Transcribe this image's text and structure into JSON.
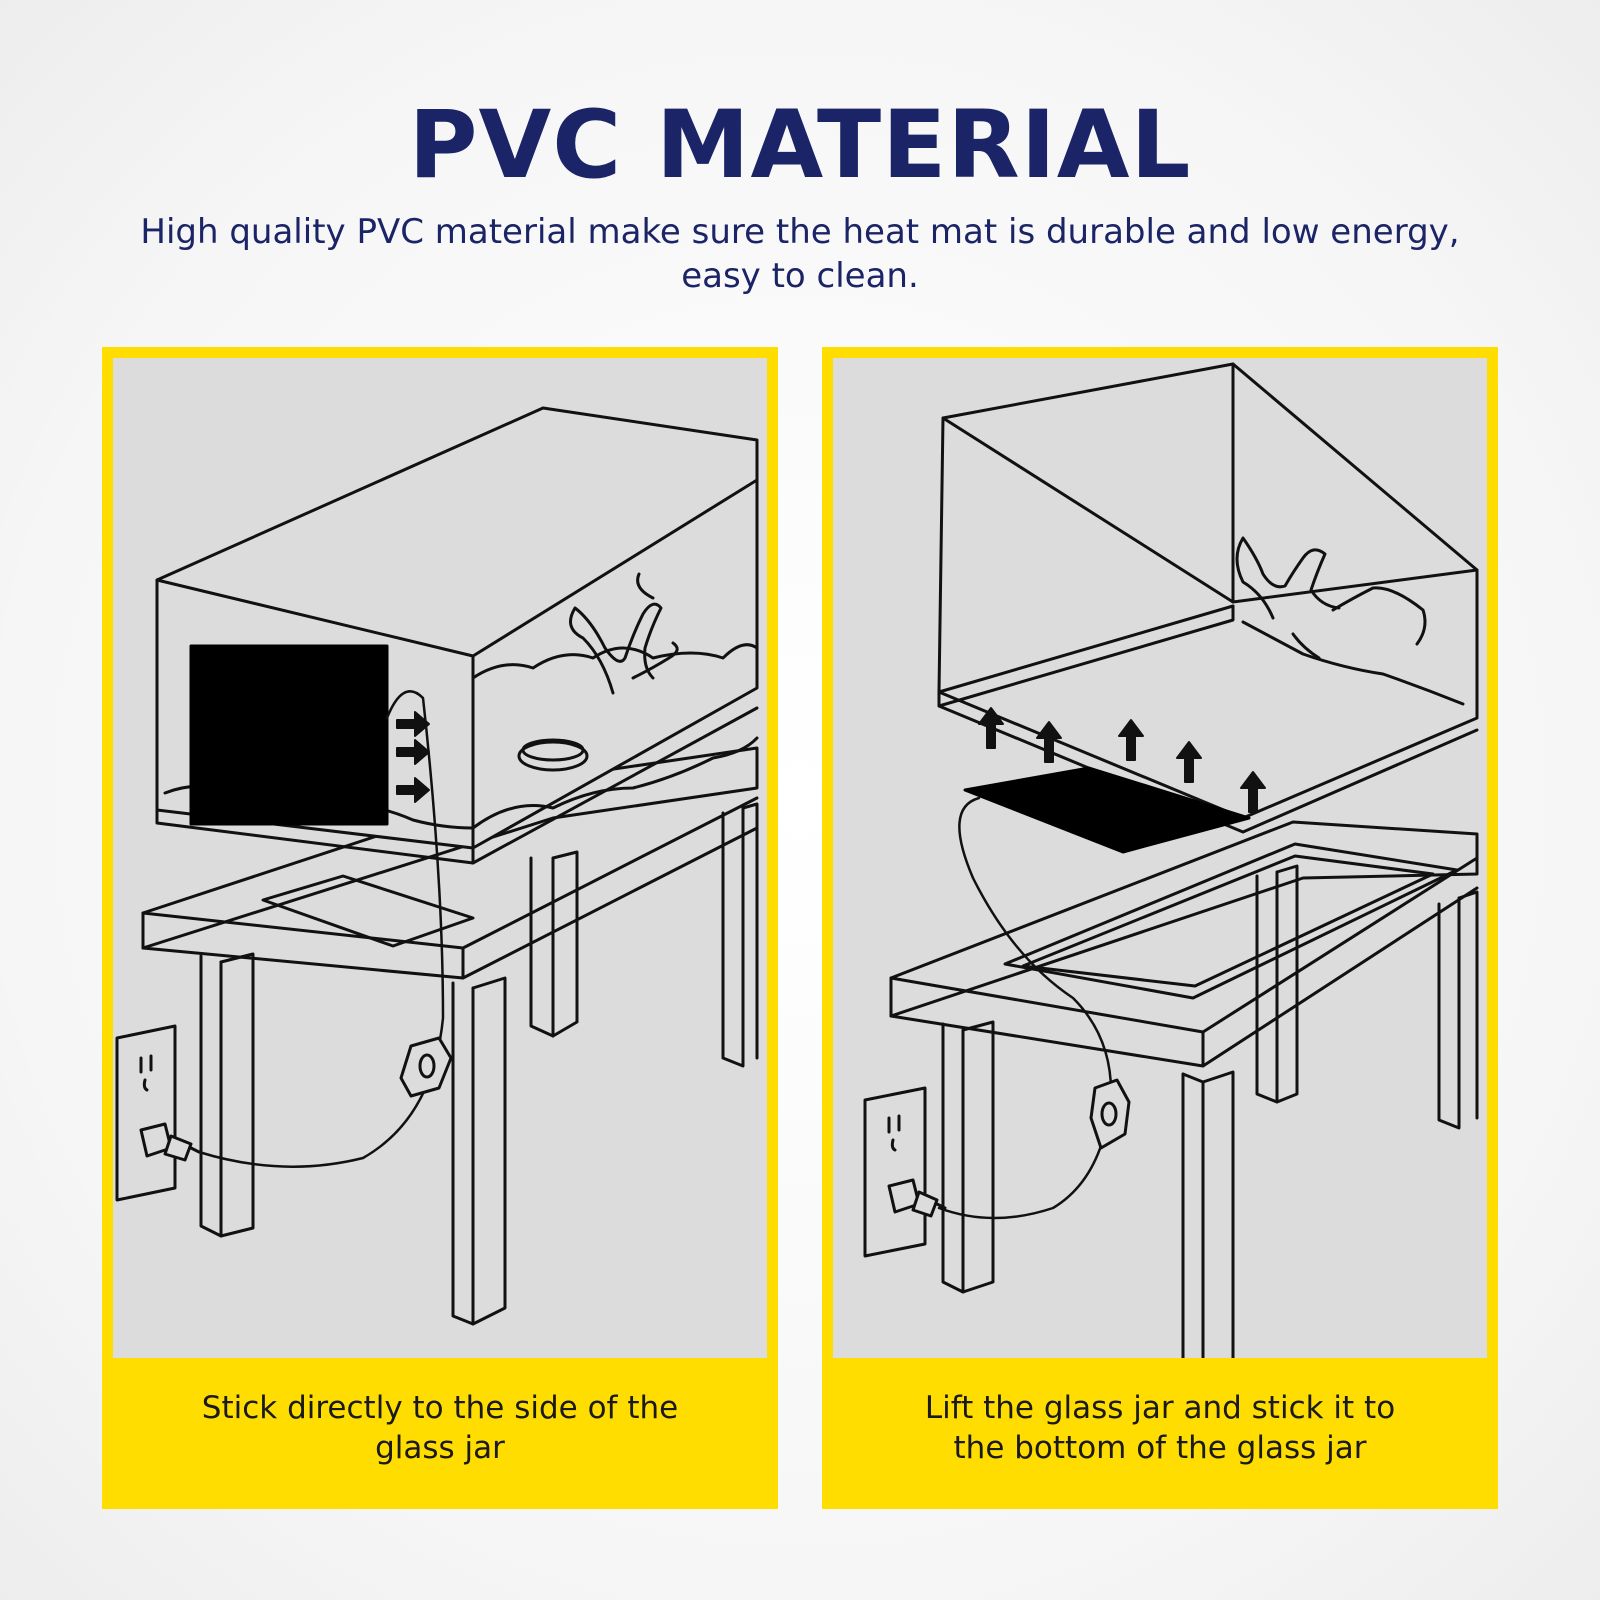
{
  "header": {
    "title": "PVC MATERIAL",
    "subtitle": "High quality PVC material make sure the heat mat is durable and low energy, easy to clean."
  },
  "panels": [
    {
      "caption": "Stick directly to the side of the glass jar"
    },
    {
      "caption": "Lift the glass jar and stick it to the bottom of the glass jar"
    }
  ],
  "colors": {
    "title": "#1a2466",
    "frame": "#FFDD00",
    "illustration_bg": "#dcdcdc",
    "line": "#111111",
    "heat_mat": "#000000"
  }
}
